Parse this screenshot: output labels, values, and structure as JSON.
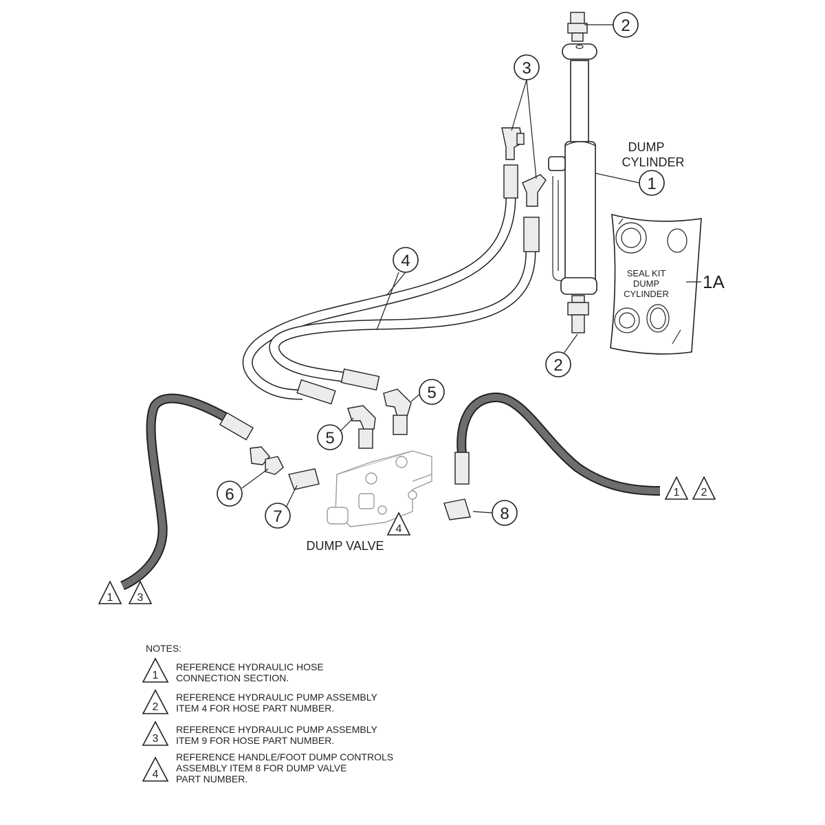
{
  "labels": {
    "dump_cylinder_line1": "DUMP",
    "dump_cylinder_line2": "CYLINDER",
    "seal_kit_line1": "SEAL KIT",
    "seal_kit_line2": "DUMP",
    "seal_kit_line3": "CYLINDER",
    "seal_kit_ref": "1A",
    "dump_valve": "DUMP VALVE"
  },
  "callouts": {
    "item1": "1",
    "item2_top": "2",
    "item2_bottom": "2",
    "item3": "3",
    "item4": "4",
    "item5_upper": "5",
    "item5_lower": "5",
    "item6": "6",
    "item7": "7",
    "item8": "8"
  },
  "flags": {
    "left_hose_a": "1",
    "left_hose_b": "3",
    "right_hose_a": "1",
    "right_hose_b": "2",
    "dump_valve": "4"
  },
  "notes": {
    "heading": "NOTES:",
    "items": [
      {
        "num": "1",
        "lines": [
          "REFERENCE HYDRAULIC HOSE",
          "CONNECTION SECTION."
        ]
      },
      {
        "num": "2",
        "lines": [
          "REFERENCE HYDRAULIC PUMP ASSEMBLY",
          "ITEM 4 FOR HOSE PART NUMBER."
        ]
      },
      {
        "num": "3",
        "lines": [
          "REFERENCE HYDRAULIC PUMP ASSEMBLY",
          "ITEM 9 FOR HOSE PART NUMBER."
        ]
      },
      {
        "num": "4",
        "lines": [
          "REFERENCE HANDLE/FOOT DUMP CONTROLS",
          "ASSEMBLY ITEM 8 FOR DUMP VALVE",
          "PART NUMBER."
        ]
      }
    ]
  },
  "colors": {
    "line": "#231f20",
    "pressure_hose": "#6d6e71",
    "ghost_part": "#9a9a9a"
  }
}
